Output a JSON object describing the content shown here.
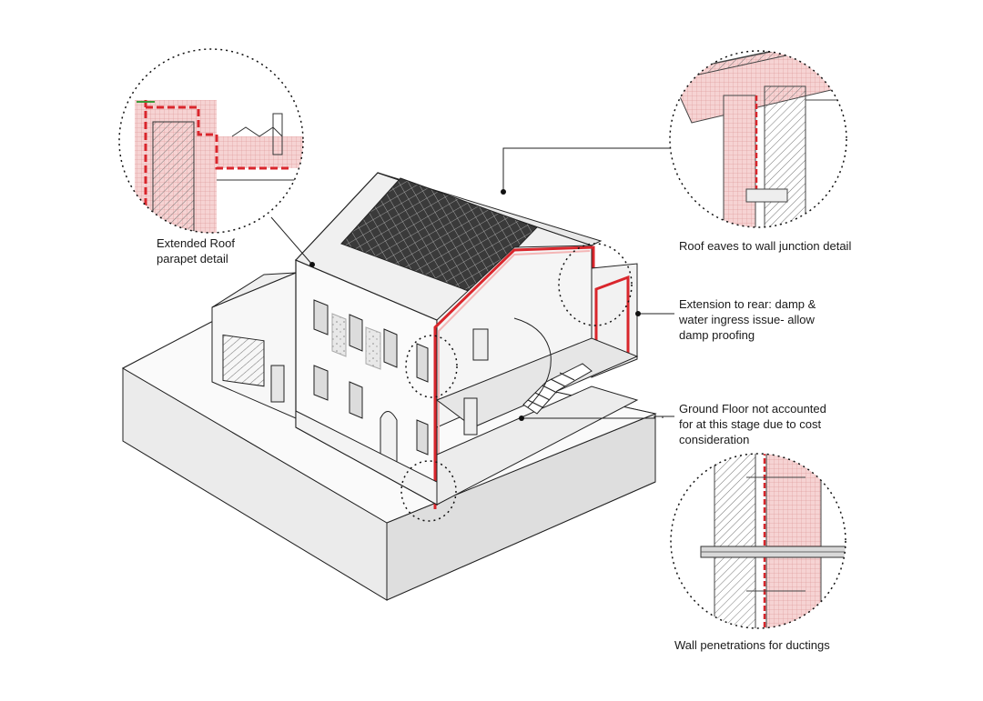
{
  "callouts": {
    "parapet": {
      "lines": [
        "Extended Roof",
        "parapet detail"
      ]
    },
    "eaves": {
      "lines": [
        "Roof eaves to wall junction detail"
      ]
    },
    "rear_extension": {
      "lines": [
        "Extension to rear: damp &",
        "water ingress issue- allow",
        "damp proofing"
      ]
    },
    "ground_floor": {
      "lines": [
        "Ground Floor not accounted",
        "for at this stage due to cost",
        "consideration"
      ]
    },
    "ducting": {
      "lines": [
        "Wall penetrations for ductings"
      ]
    }
  },
  "colors": {
    "insulation_pink": "#f4cccc",
    "membrane_red": "#d9262c",
    "line": "#222222",
    "pv_panel": "#333333"
  }
}
